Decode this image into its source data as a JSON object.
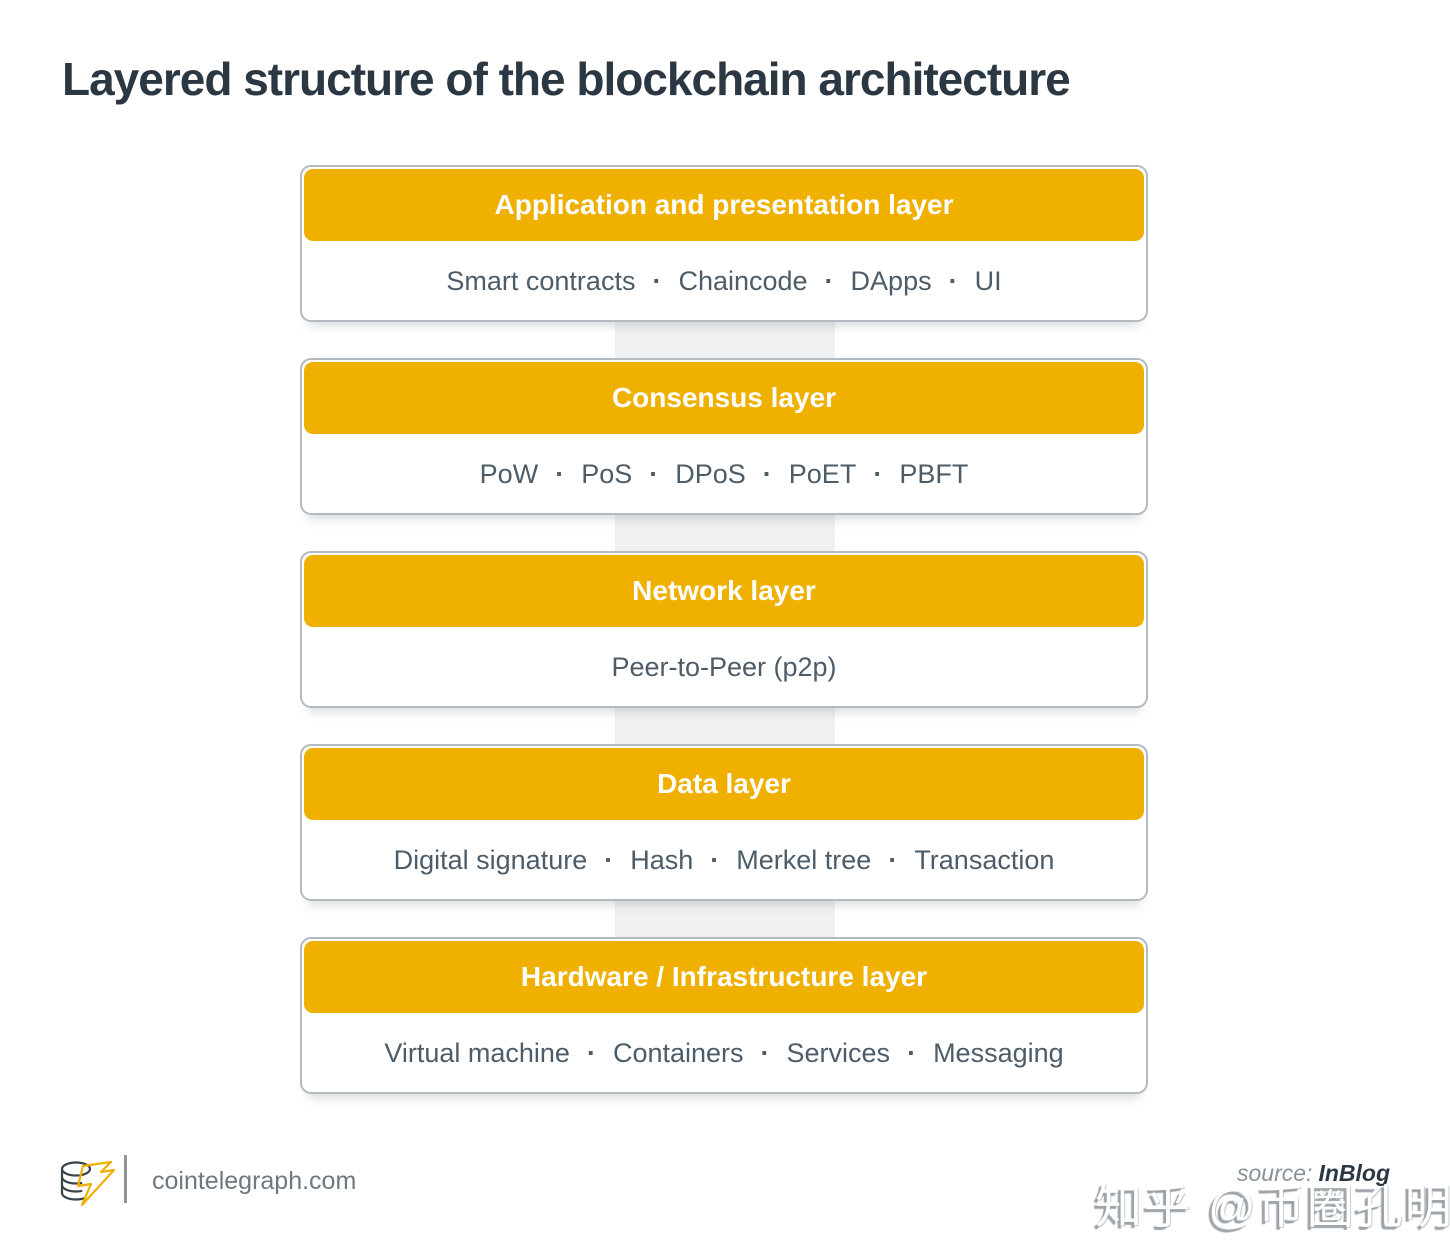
{
  "title": "Layered structure of the blockchain architecture",
  "layers": [
    {
      "name": "Application and presentation layer",
      "items": [
        "Smart contracts",
        "Chaincode",
        "DApps",
        "UI"
      ]
    },
    {
      "name": "Consensus layer",
      "items": [
        "PoW",
        "PoS",
        "DPoS",
        "PoET",
        "PBFT"
      ]
    },
    {
      "name": "Network layer",
      "items": [
        "Peer-to-Peer (p2p)"
      ]
    },
    {
      "name": "Data layer",
      "items": [
        "Digital signature",
        "Hash",
        "Merkel tree",
        "Transaction"
      ]
    },
    {
      "name": "Hardware / Infrastructure layer",
      "items": [
        "Virtual machine",
        "Containers",
        "Services",
        "Messaging"
      ]
    }
  ],
  "separator": "·",
  "footer": {
    "site": "cointelegraph.com",
    "source_label": "source:",
    "source_name": "InBlog",
    "watermark": "知乎 @币圈孔明",
    "logo_icon": "cointelegraph-coin-bolt"
  },
  "colors": {
    "accent_gold": "#EFB000",
    "title_text": "#2B3743",
    "body_text": "#4D5C69",
    "box_border": "#B3BBC1",
    "connector_band": "#EFF0F1",
    "footer_text": "#6E7881"
  }
}
